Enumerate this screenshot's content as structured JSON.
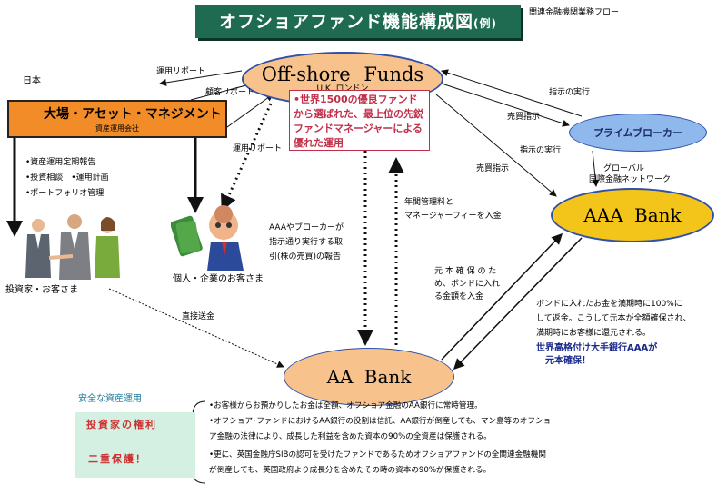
{
  "title": {
    "main": "オフショアファンド機能構成図",
    "suffix": "(例)"
  },
  "header_note": "関連金融機関業務フロー",
  "japan_label": "日本",
  "offshore": {
    "name": "Off-shore Funds",
    "location": "U.K. ロンドン"
  },
  "ohba": {
    "name": "大場・アセット・マネジメント",
    "subtitle": "資産運用会社"
  },
  "claim": "•世界1500の優良ファンドから選ばれた、最上位の先鋭ファンドマネージャーによる優れた運用",
  "prime": "プライムブローカー",
  "aaa": {
    "name": "AAA Bank",
    "network1": "グローバル",
    "network2": "国際金融ネットワーク"
  },
  "aa": "AA Bank",
  "flows": {
    "unyo_report_1": "運用リポート",
    "kokyaku_report": "顧客リポート",
    "unyo_report_2": "運用リポート",
    "shiji_jikko_1": "指示の実行",
    "baibai_shiji_1": "売買指示",
    "shiji_jikko_2": "指示の実行",
    "baibai_shiji_2": "売買指示",
    "aaa_report": [
      "AAAやブローカーが",
      "指示通り実行する取",
      "引(株の売買)の報告"
    ],
    "fees": [
      "年間管理料と",
      "マネージャーフィーを入金"
    ],
    "principal": [
      "元 本 確 保 の た",
      "め、ボンドに入れ",
      "る金額を入金"
    ],
    "direct": "直接送金"
  },
  "services": [
    "•資産運用定期報告",
    "•投資相談　•運用計画",
    "•ポートフォリオ管理"
  ],
  "investors_label": "投資家・お客さま",
  "corp_label": "個人・企業のお客さま",
  "bond_text": [
    "ボンドに入れたお金を満期時に100%に",
    "して返金。こうして元本が全額確保され、",
    "満期時にお客様に還元される。"
  ],
  "guarantee": [
    "世界高格付け大手銀行AAAが",
    "元本確保！"
  ],
  "safe_label": "安全な資産運用",
  "protect": [
    "投資家の権利",
    "二重保護！"
  ],
  "notes": [
    "•お客様からお預かりしたお金は全額、オフショア金融のAA銀行に常時管理。",
    "•オフショア･ファンドにおけるAA銀行の役割は信託、AA銀行が倒産しても、マン島等のオフショ",
    "ア金融の法律により、成長した利益を含めた資本の90%の全資産は保護される。",
    "•更に、英国金融庁SIBの認可を受けたファンドであるためオフショアファンドの全関連金融機関",
    "が倒産しても、英国政府より成長分を含めたその時の資本の90%が保護される。"
  ],
  "colors": {
    "title_bg": "#1f6b52",
    "offshore": "#f7c28c",
    "aaa": "#f3c419",
    "prime": "#8fb8ec",
    "ohba": "#f28c28",
    "claim": "#c0304a"
  }
}
